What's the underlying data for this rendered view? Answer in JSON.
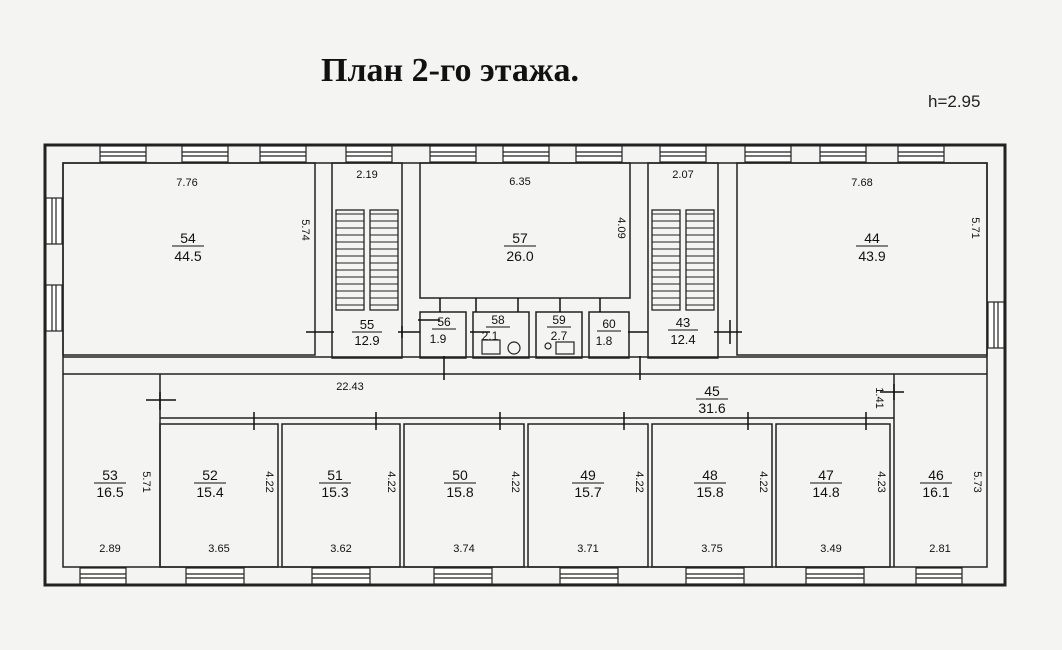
{
  "title": "План 2-го этажа.",
  "height_label": "h=2.95",
  "rooms": [
    {
      "id": "54",
      "area": "44.5",
      "width": "7.76",
      "depth": "5.74"
    },
    {
      "id": "55",
      "area": "12.9",
      "width": "2.19"
    },
    {
      "id": "56",
      "area": "1.9"
    },
    {
      "id": "57",
      "area": "26.0",
      "width": "6.35",
      "depth": "4.09"
    },
    {
      "id": "58",
      "area": "2.1"
    },
    {
      "id": "59",
      "area": "2.7"
    },
    {
      "id": "60",
      "area": "1.8"
    },
    {
      "id": "43",
      "area": "12.4",
      "width": "2.07"
    },
    {
      "id": "44",
      "area": "43.9",
      "width": "7.68",
      "depth": "5.71"
    },
    {
      "id": "45",
      "area": "31.6",
      "width": "22.43",
      "depth": "1.41"
    },
    {
      "id": "53",
      "area": "16.5",
      "width": "2.89",
      "depth": "5.71"
    },
    {
      "id": "52",
      "area": "15.4",
      "width": "3.65",
      "depth": "4.22"
    },
    {
      "id": "51",
      "area": "15.3",
      "width": "3.62",
      "depth": "4.22"
    },
    {
      "id": "50",
      "area": "15.8",
      "width": "3.74",
      "depth": "4.22"
    },
    {
      "id": "49",
      "area": "15.7",
      "width": "3.71",
      "depth": "4.22"
    },
    {
      "id": "48",
      "area": "15.8",
      "width": "3.75",
      "depth": "4.22"
    },
    {
      "id": "47",
      "area": "14.8",
      "width": "3.49",
      "depth": "4.23"
    },
    {
      "id": "46",
      "area": "16.1",
      "width": "2.81",
      "depth": "5.73"
    }
  ]
}
